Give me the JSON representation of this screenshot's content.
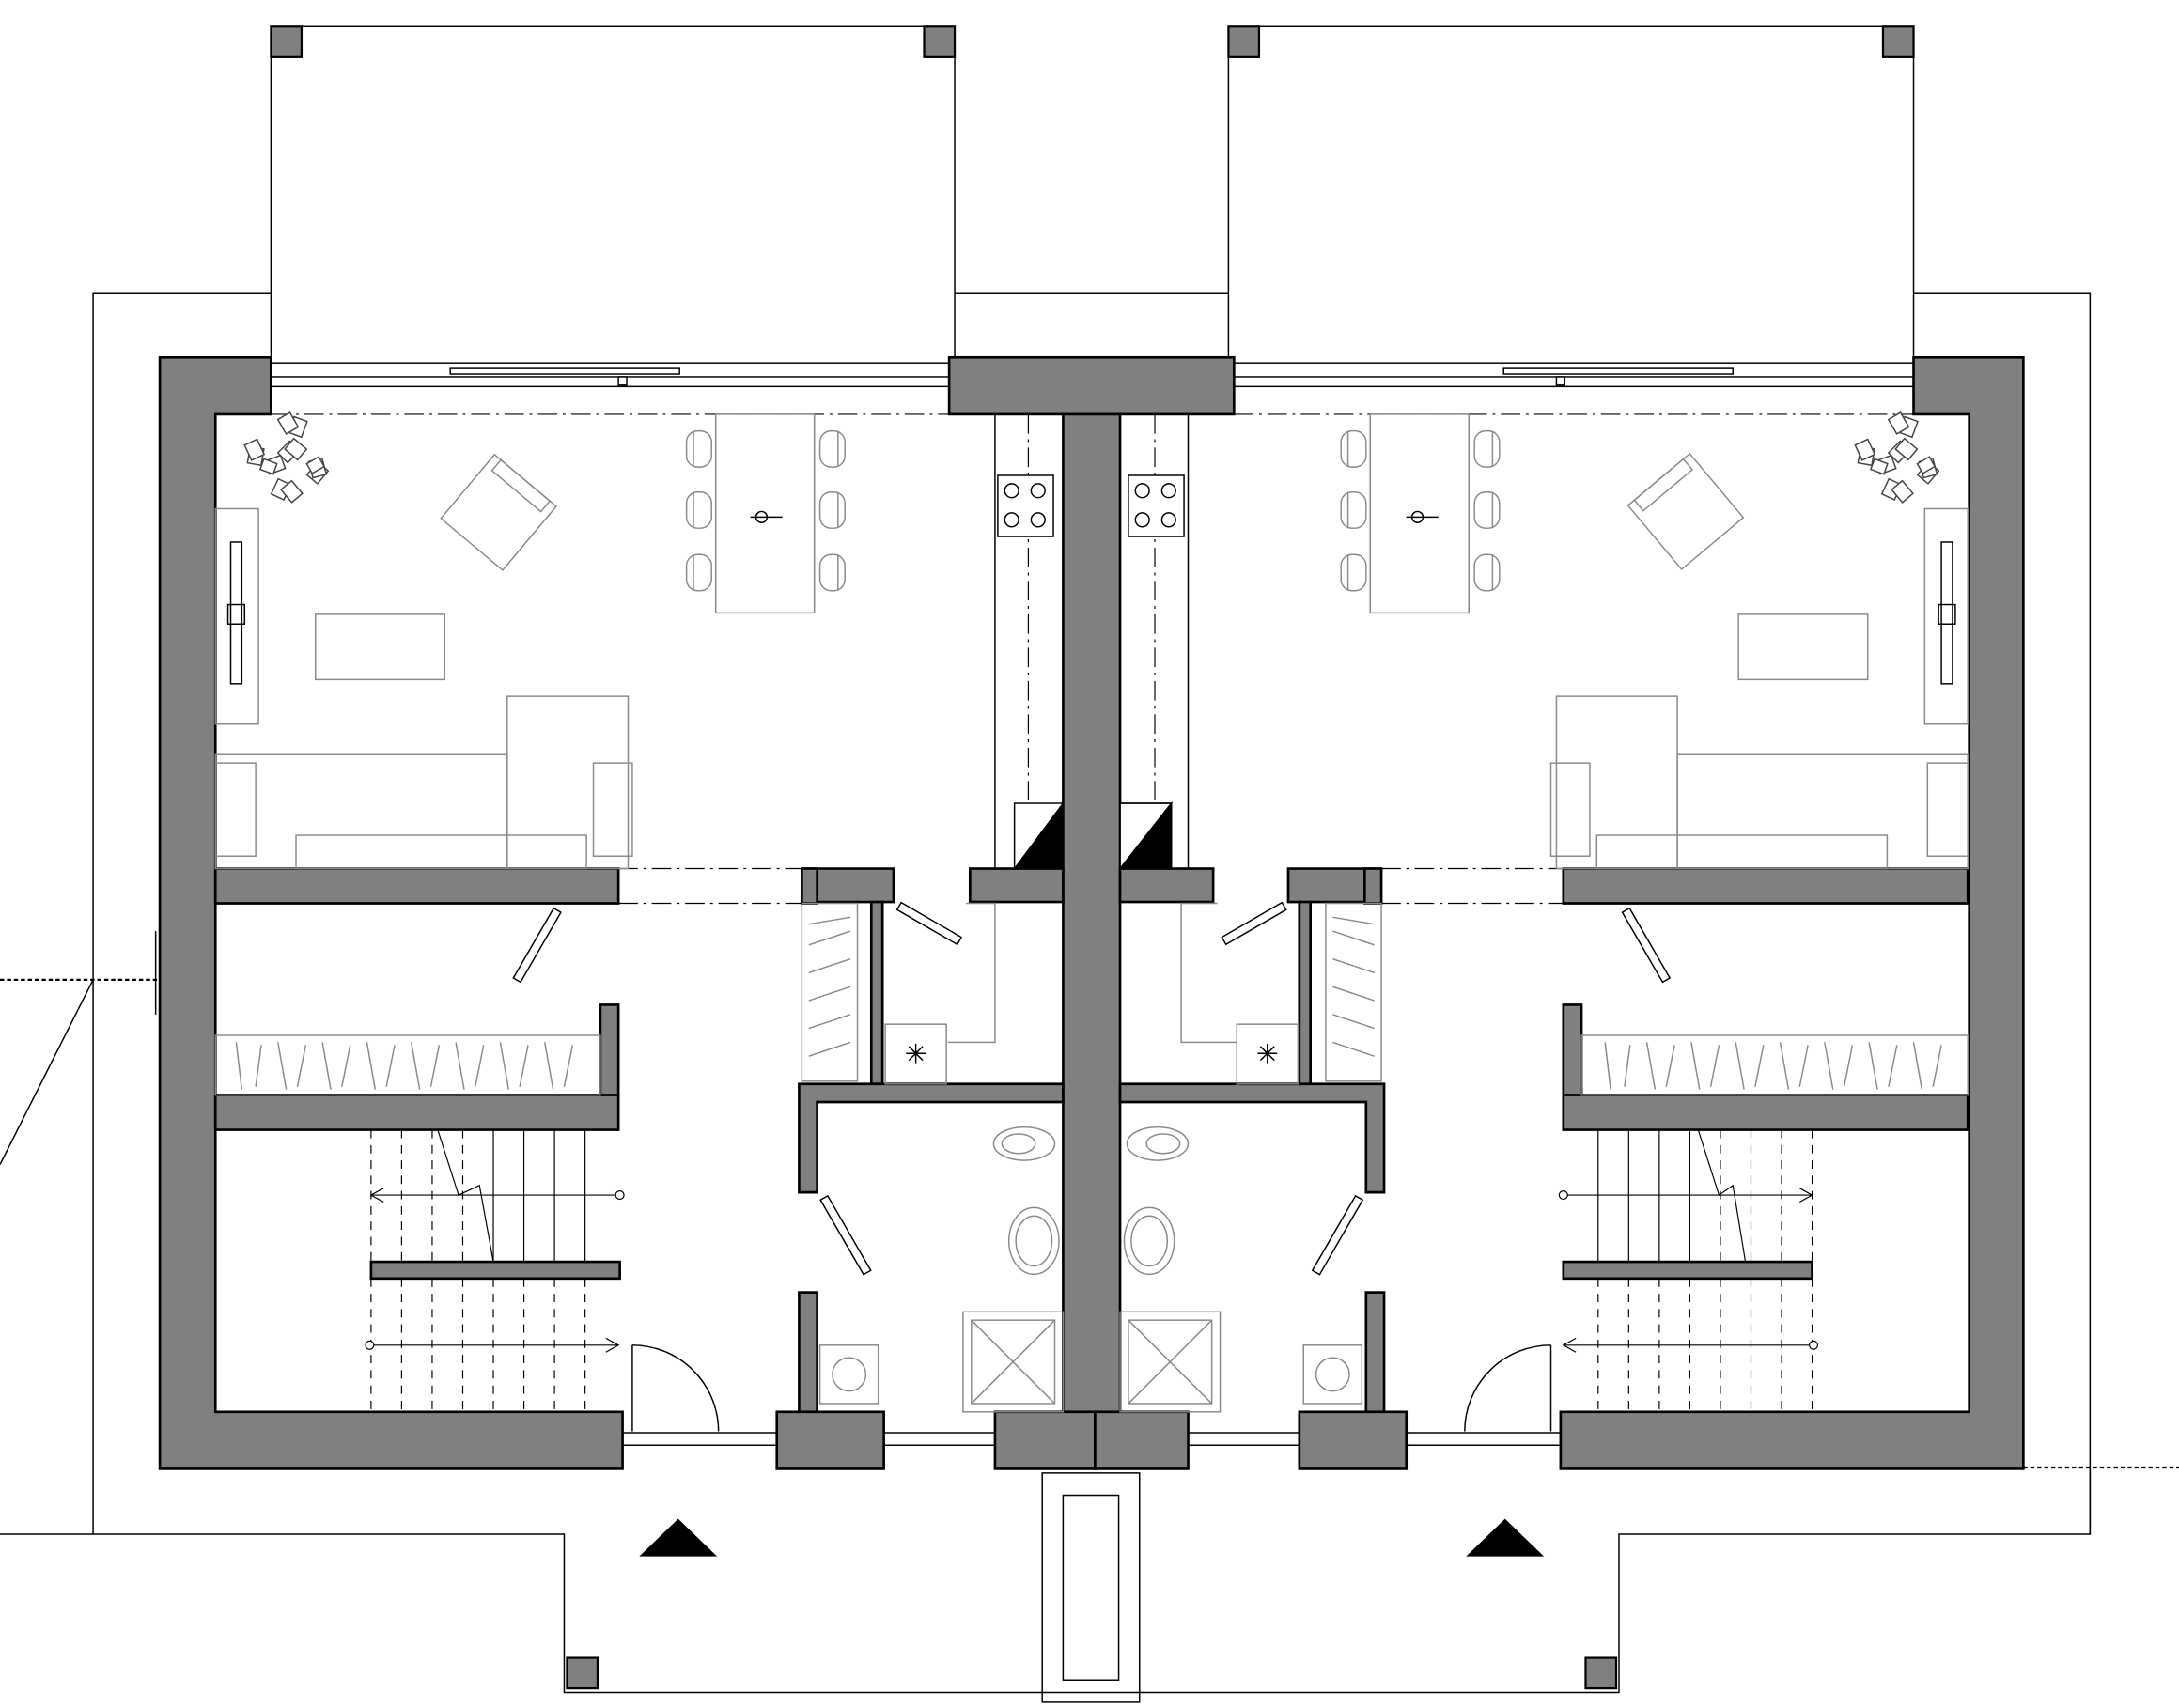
{
  "drawing": {
    "type": "floor plan",
    "units": 2,
    "colors": {
      "wall_fill": "#808080",
      "line": "#000000",
      "furniture": "#8a8a8a",
      "background": "#ffffff"
    }
  },
  "units": [
    {
      "side": "left",
      "rooms": [
        "living-dining-kitchen",
        "closet-room",
        "stair-hall",
        "storage",
        "utility-room",
        "bathroom"
      ],
      "fixtures": [
        "sofa",
        "armchair",
        "coffee-table",
        "dining-table",
        "chairs",
        "tv-unit",
        "plant",
        "cooktop",
        "toilet",
        "washbasin",
        "shower",
        "washing-machine",
        "boiler",
        "staircase",
        "entrance-door",
        "sliding-window"
      ]
    },
    {
      "side": "right",
      "rooms": [
        "living-dining-kitchen",
        "closet-room",
        "stair-hall",
        "storage",
        "utility-room",
        "bathroom"
      ],
      "fixtures": [
        "sofa",
        "armchair",
        "coffee-table",
        "dining-table",
        "chairs",
        "tv-unit",
        "plant",
        "cooktop",
        "toilet",
        "washbasin",
        "shower",
        "washing-machine",
        "boiler",
        "staircase",
        "entrance-door",
        "sliding-window"
      ]
    }
  ],
  "site": [
    "terrace-left",
    "terrace-right",
    "entrance-canopy",
    "path",
    "entrance-arrow-left",
    "entrance-arrow-right",
    "column-posts"
  ]
}
